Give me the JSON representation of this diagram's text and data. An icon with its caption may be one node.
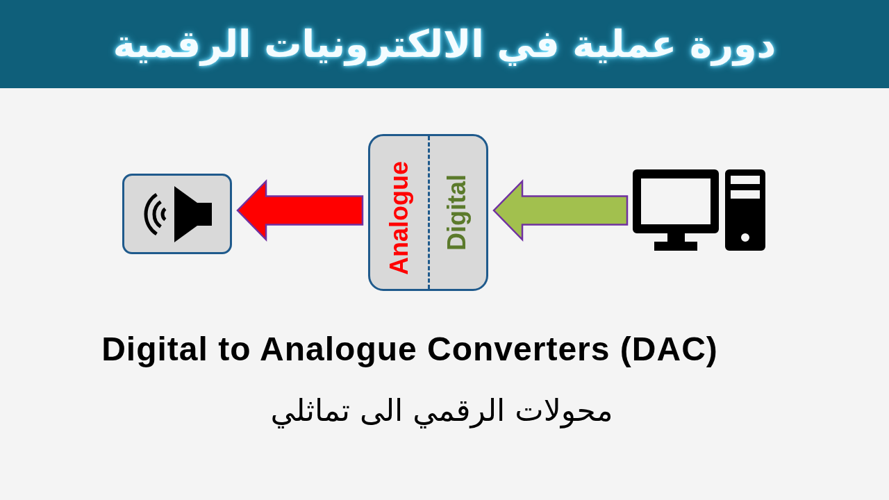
{
  "diagram": {
    "title": "دورة عملية في الالكترونيات الرقمية",
    "nodes": [
      {
        "text": [],
        "shape": "box"
      },
      {
        "text": [
          "Analogue",
          "Digital"
        ]
      },
      {
        "text": [],
        "shape": "picture"
      }
    ],
    "edges": [
      {
        "from": 2,
        "to": 1,
        "arrow": "to",
        "style": "thick",
        "color": "#a2c04e"
      },
      {
        "from": 1,
        "to": 0,
        "arrow": "to",
        "style": "thick",
        "color": "#ff0000"
      }
    ],
    "caption": "Digital to Analogue Converters (DAC)",
    "labels": [
      "محولات الرقمي الى تماثلي"
    ]
  }
}
